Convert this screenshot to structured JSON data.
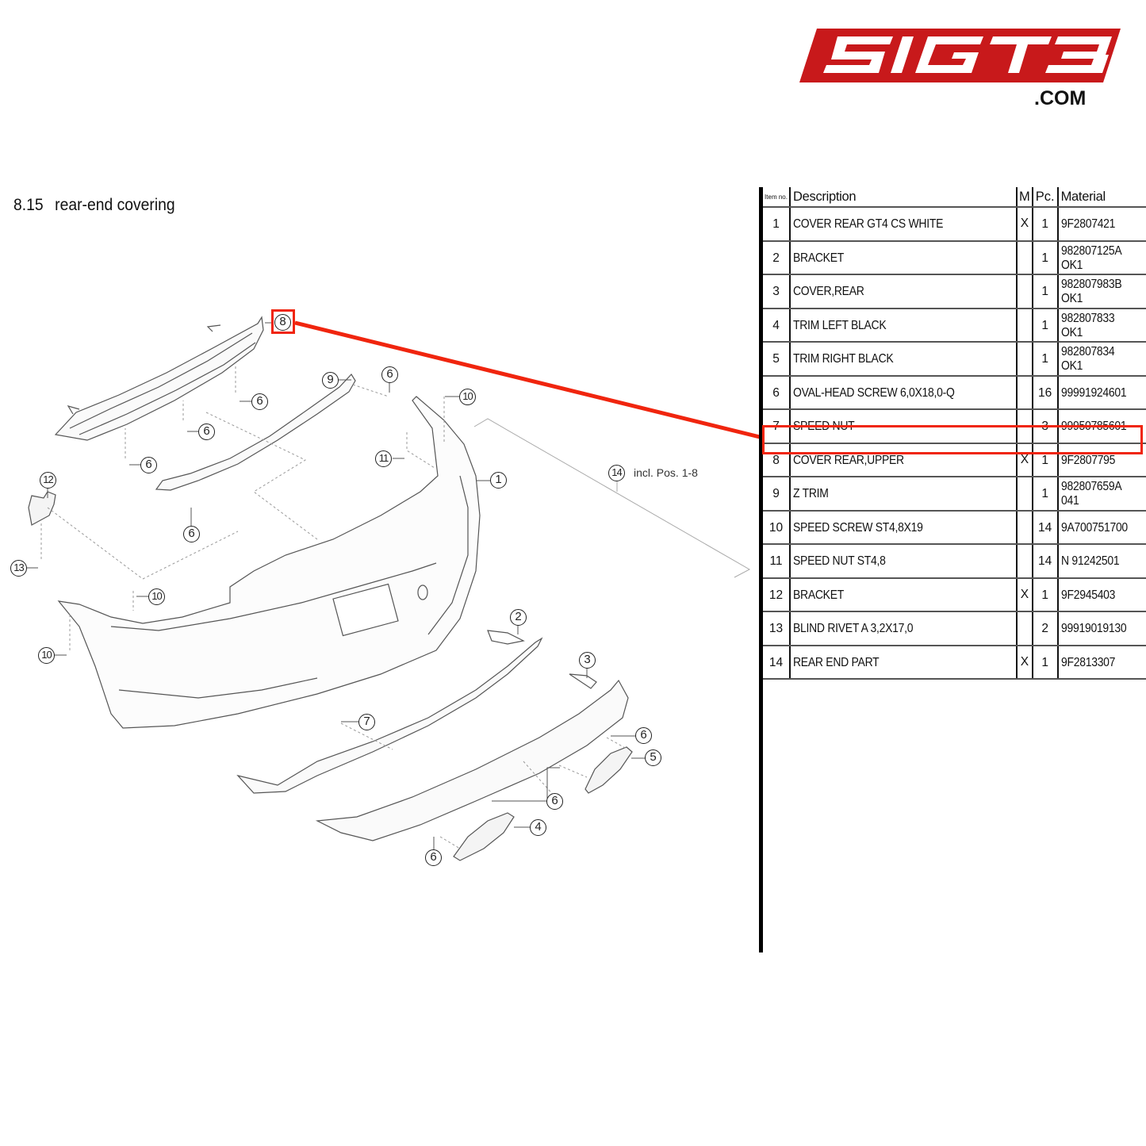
{
  "brand": {
    "logo_text": "51GT3",
    "logo_suffix": ".COM",
    "colors": {
      "logo_red": "#c8191b",
      "highlight_red": "#f0250e"
    }
  },
  "page": {
    "section_number": "8.15",
    "section_title": "rear-end covering"
  },
  "diagram": {
    "callouts": [
      "8",
      "6",
      "6",
      "6",
      "9",
      "6",
      "10",
      "11",
      "1",
      "12",
      "13",
      "6",
      "10",
      "10",
      "14",
      "2",
      "3",
      "7",
      "6",
      "5",
      "6",
      "4",
      "6"
    ],
    "assembly_note": "incl. Pos. 1-8",
    "highlighted_item": "8"
  },
  "table": {
    "headers": {
      "item": "Item no.",
      "description": "Description",
      "m": "M",
      "pc": "Pc.",
      "material": "Material"
    },
    "rows": [
      {
        "item": "1",
        "description": "COVER REAR GT4 CS WHITE",
        "m": "X",
        "pc": "1",
        "material": "9F2807421"
      },
      {
        "item": "2",
        "description": "BRACKET",
        "m": "",
        "pc": "1",
        "material": "982807125A OK1"
      },
      {
        "item": "3",
        "description": "COVER,REAR",
        "m": "",
        "pc": "1",
        "material": "982807983B OK1"
      },
      {
        "item": "4",
        "description": "TRIM LEFT BLACK",
        "m": "",
        "pc": "1",
        "material": "982807833 OK1"
      },
      {
        "item": "5",
        "description": "TRIM RIGHT BLACK",
        "m": "",
        "pc": "1",
        "material": "982807834 OK1"
      },
      {
        "item": "6",
        "description": "OVAL-HEAD SCREW 6,0X18,0-Q",
        "m": "",
        "pc": "16",
        "material": "99991924601"
      },
      {
        "item": "7",
        "description": "SPEED NUT",
        "m": "",
        "pc": "3",
        "material": "99950785601"
      },
      {
        "item": "8",
        "description": "COVER REAR,UPPER",
        "m": "X",
        "pc": "1",
        "material": "9F2807795"
      },
      {
        "item": "9",
        "description": "Z TRIM",
        "m": "",
        "pc": "1",
        "material": "982807659A 041"
      },
      {
        "item": "10",
        "description": "SPEED SCREW ST4,8X19",
        "m": "",
        "pc": "14",
        "material": "9A700751700"
      },
      {
        "item": "11",
        "description": "SPEED NUT ST4,8",
        "m": "",
        "pc": "14",
        "material": "N 91242501"
      },
      {
        "item": "12",
        "description": "BRACKET",
        "m": "X",
        "pc": "1",
        "material": "9F2945403"
      },
      {
        "item": "13",
        "description": "BLIND RIVET A 3,2X17,0",
        "m": "",
        "pc": "2",
        "material": "99919019130"
      },
      {
        "item": "14",
        "description": "REAR END PART",
        "m": "X",
        "pc": "1",
        "material": "9F2813307"
      }
    ],
    "highlighted_row": "8"
  }
}
